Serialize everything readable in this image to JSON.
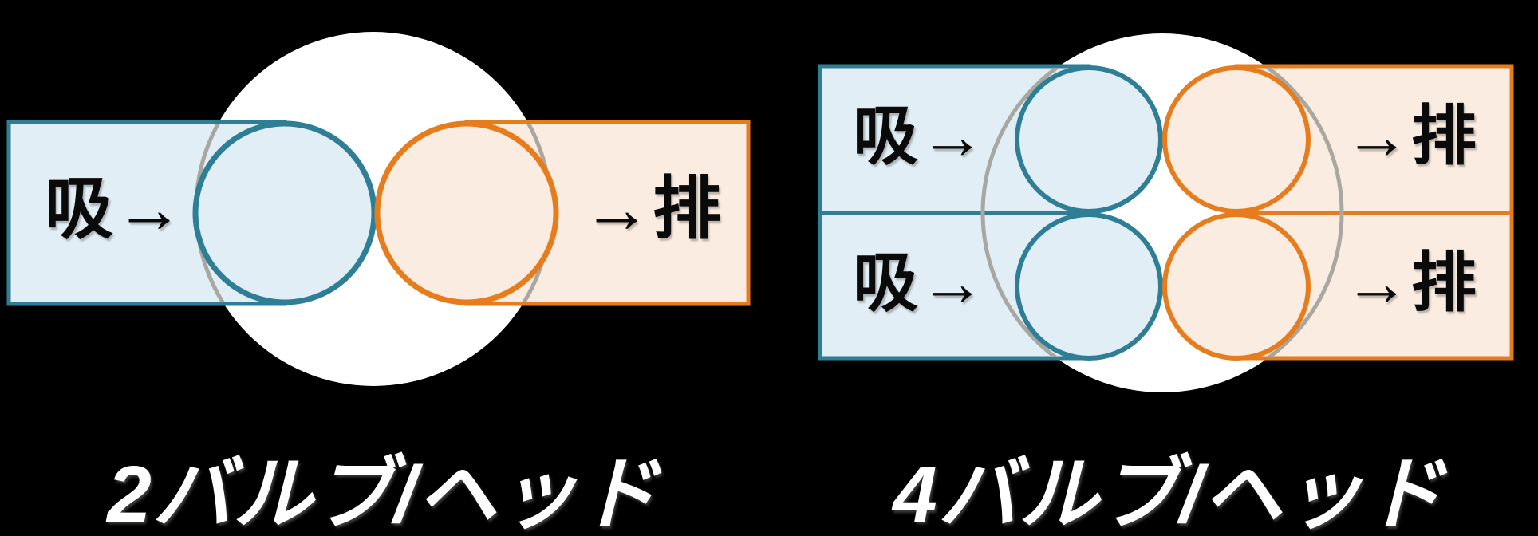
{
  "background": "#000000",
  "colors": {
    "cylinder_fill": "#FFFFFF",
    "cylinder_outline": "#A9A7A2",
    "intake_stroke": "#2E7F96",
    "intake_fill": "#E1EEF5",
    "exhaust_stroke": "#E77C1C",
    "exhaust_fill": "#FAECE0",
    "port_text": "#0A0A0A",
    "caption_text": "#FFFFFF"
  },
  "left_diagram": {
    "caption": "2バルブ/ヘッド",
    "intake_label": "吸→",
    "exhaust_label": "→排"
  },
  "right_diagram": {
    "caption": "4バルブ/ヘッド",
    "intake_labels": [
      "吸→",
      "吸→"
    ],
    "exhaust_labels": [
      "→排",
      "→排"
    ]
  }
}
